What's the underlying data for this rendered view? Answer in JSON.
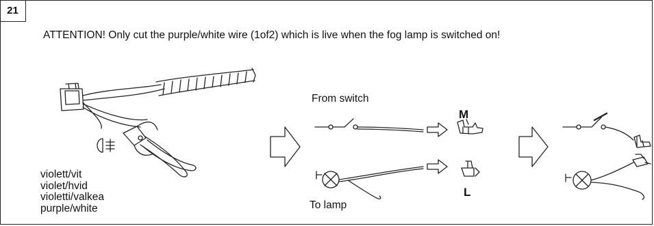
{
  "step_number": "21",
  "instruction": "ATTENTION!  Only cut the purple/white wire (1of2)  which is live when the fog lamp is switched on!",
  "labels": {
    "from_switch": "From switch",
    "to_lamp": "To lamp",
    "connector_m": "M",
    "connector_l": "L"
  },
  "wire_colors": [
    "violett/vit",
    "violet/hvid",
    "violetti/valkea",
    "purple/white"
  ]
}
